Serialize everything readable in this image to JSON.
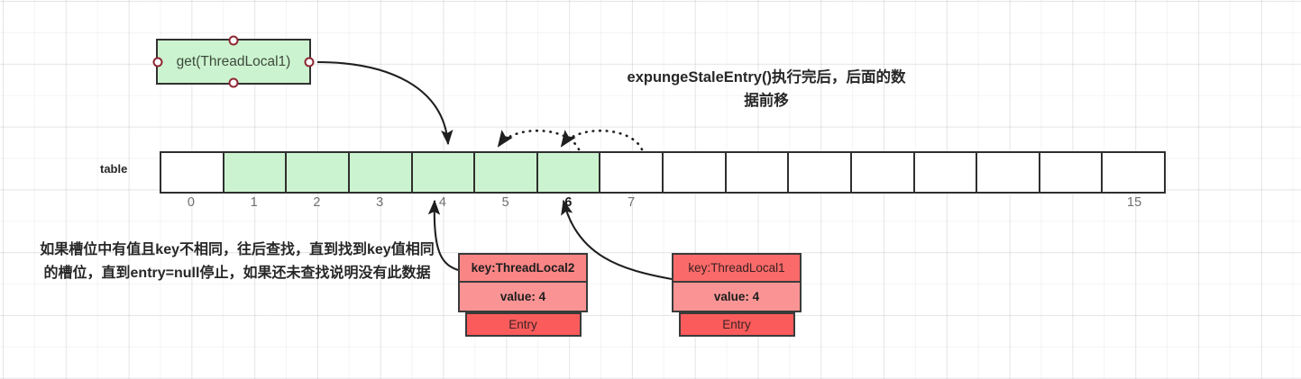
{
  "diagram": {
    "title_note": "expungeStaleEntry()执行完后，后面的数据前移",
    "left_note": "如果槽位中有值且key不相同，往后查找，直到找到key值相同的槽位，直到entry=null停止，如果还未查找说明没有此数据"
  },
  "get_node": {
    "label": "get(ThreadLocal1)",
    "fill": "#ccf3cf",
    "stroke": "#313131",
    "handle_stroke": "#8d2832"
  },
  "table": {
    "label": "table",
    "cell_count": 16,
    "filled_fill": "#ccf3cf",
    "empty_fill": "#ffffff",
    "stroke": "#2f2f2f",
    "cells": [
      {
        "index": 0,
        "filled": false
      },
      {
        "index": 1,
        "filled": true
      },
      {
        "index": 2,
        "filled": true
      },
      {
        "index": 3,
        "filled": true
      },
      {
        "index": 4,
        "filled": true
      },
      {
        "index": 5,
        "filled": true
      },
      {
        "index": 6,
        "filled": true
      },
      {
        "index": 7,
        "filled": false
      },
      {
        "index": 8,
        "filled": false
      },
      {
        "index": 9,
        "filled": false
      },
      {
        "index": 10,
        "filled": false
      },
      {
        "index": 11,
        "filled": false
      },
      {
        "index": 12,
        "filled": false
      },
      {
        "index": 13,
        "filled": false
      },
      {
        "index": 14,
        "filled": false
      },
      {
        "index": 15,
        "filled": false
      }
    ],
    "index_labels": [
      {
        "text": "0",
        "bold": false
      },
      {
        "text": "1",
        "bold": false
      },
      {
        "text": "2",
        "bold": false
      },
      {
        "text": "3",
        "bold": false
      },
      {
        "text": "4",
        "bold": false
      },
      {
        "text": "5",
        "bold": false
      },
      {
        "text": "6",
        "bold": true
      },
      {
        "text": "7",
        "bold": false
      },
      {
        "text": "15",
        "bold": false
      }
    ]
  },
  "entries": [
    {
      "key": "key:ThreadLocal2",
      "value": "value: 4",
      "tag": "Entry",
      "key_style": "bold-light",
      "key_fill": "#fa8585",
      "value_fill": "#fa9494",
      "tag_fill": "#fb5b5b"
    },
    {
      "key": "key:ThreadLocal1",
      "value": "value: 4",
      "tag": "Entry",
      "key_style": "plain-saturated",
      "key_fill": "#fa6a6a",
      "value_fill": "#fa9494",
      "tag_fill": "#fb5b5b"
    }
  ]
}
